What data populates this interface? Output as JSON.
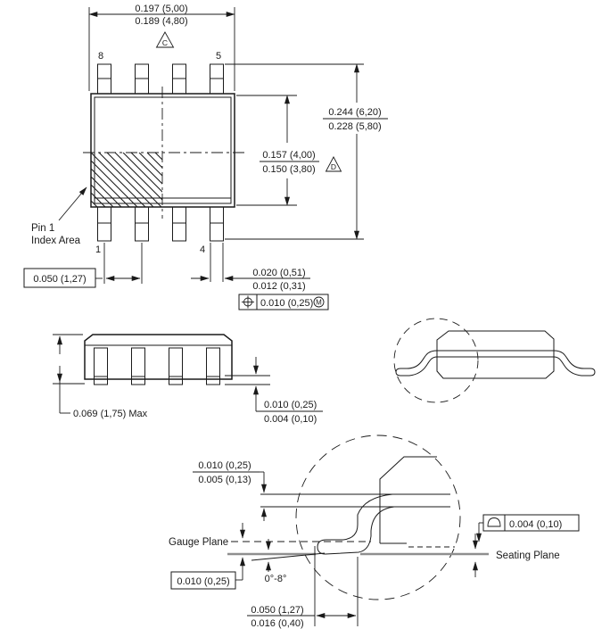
{
  "title": "SOIC 8-pin package outline drawing",
  "colors": {
    "line": "#1a1a1a",
    "seating": "#8f8f8f",
    "bg": "#ffffff"
  },
  "top": {
    "pin8": "8",
    "pin5": "5",
    "pin1": "1",
    "pin4": "4",
    "dim_width": {
      "max": "0.197 (5,00)",
      "min": "0.189 (4,80)"
    },
    "flag_c": "C",
    "dim_overall": {
      "max": "0.244 (6,20)",
      "min": "0.228 (5,80)"
    },
    "dim_body": {
      "max": "0.157 (4,00)",
      "min": "0.150 (3,80)"
    },
    "flag_d": "D",
    "pin1_area_line1": "Pin 1",
    "pin1_area_line2": "Index Area",
    "dim_pitch": "0.050 (1,27)",
    "dim_lead": {
      "max": "0.020 (0,51)",
      "min": "0.012 (0,31)"
    },
    "fcf": {
      "value": "0.010 (0,25)",
      "modifier": "M"
    }
  },
  "side": {
    "dim_height": "0.069 (1,75) Max",
    "dim_standoff": {
      "max": "0.010 (0,25)",
      "min": "0.004 (0,10)"
    }
  },
  "detail": {
    "dim_thickness": {
      "max": "0.010 (0,25)",
      "min": "0.005 (0,13)"
    },
    "gauge_plane": "Gauge Plane",
    "dim_gauge": "0.010 (0,25)",
    "angle": "0°-8°",
    "dim_foot": {
      "max": "0.050 (1,27)",
      "min": "0.016 (0,40)"
    },
    "fcf_value": "0.004 (0,10)",
    "seating_plane": "Seating Plane"
  }
}
